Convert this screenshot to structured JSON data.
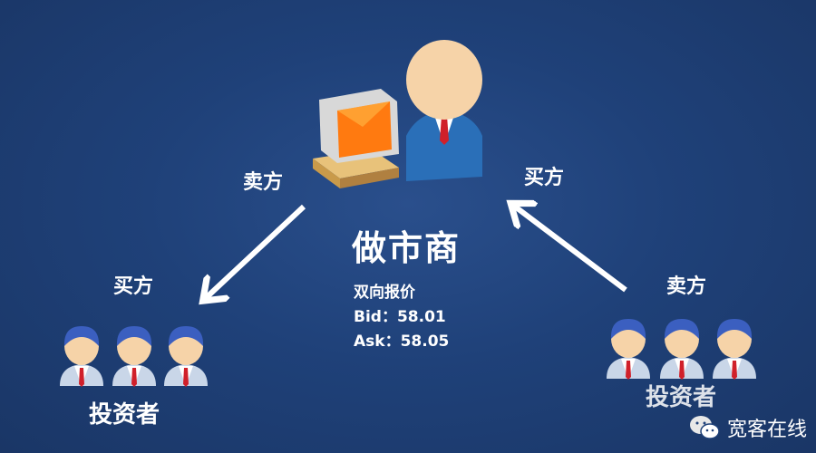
{
  "market_maker": {
    "title": "做市商",
    "quote_title": "双向报价",
    "bid": "Bid：58.01",
    "ask": "Ask：58.05"
  },
  "arrows": {
    "left_label": "卖方",
    "right_label": "买方"
  },
  "left_group": {
    "role": "买方",
    "name": "投资者"
  },
  "right_group": {
    "role": "卖方",
    "name": "投资者"
  },
  "watermark": {
    "text": "宽客在线",
    "icon": "wechat-icon"
  },
  "colors": {
    "background": "#1f4179",
    "hair": "#3b5fc0",
    "skin": "#f6d3a8",
    "suit": "#2a6fb8",
    "tie": "#d0202a"
  }
}
